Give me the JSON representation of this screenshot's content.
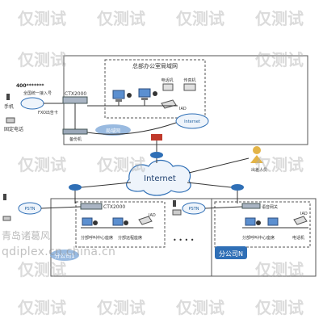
{
  "watermark": {
    "text": "仅测试",
    "color": "#b0b0b0",
    "url": "qdiplex.cn.china.cn",
    "company": "青岛诸葛风"
  },
  "hq": {
    "title": "总部办公室局域网",
    "switch_label": "CTX2000",
    "fxo_label": "FXO出告卡",
    "pbx_label": "备份机",
    "lan_label": "局域网",
    "phone_number": "400*******",
    "phone_number_note": "全国统一接入号",
    "mobile_label": "手机",
    "landline_label": "固定电话",
    "computer_label": "电话机",
    "fax_label": "传真机",
    "iad_label": "IAD",
    "internet_label": "Internet"
  },
  "internet": {
    "label": "Internet",
    "remote_label": "出差人员"
  },
  "branch_left": {
    "pstn_label": "PSTN",
    "switch_label": "CTX2000",
    "pc_label": "分部呼叫中心座席",
    "ext_label": "分部远程座席",
    "iad_label": "IAD",
    "branch_label": "分公司1"
  },
  "branch_right": {
    "pstn_label": "PSTN",
    "gateway_label": "语音网关",
    "pc_label": "分部呼叫中心座席",
    "fax_label": "电话机",
    "iad_label": "IAD",
    "branch_label": "分公司N"
  },
  "colors": {
    "accent_blue": "#2f6fb6",
    "label_blue": "#1f5f9e",
    "line": "#333333",
    "frame": "#555555",
    "cloud": "#eef4fb",
    "router_red": "#c0392b"
  }
}
